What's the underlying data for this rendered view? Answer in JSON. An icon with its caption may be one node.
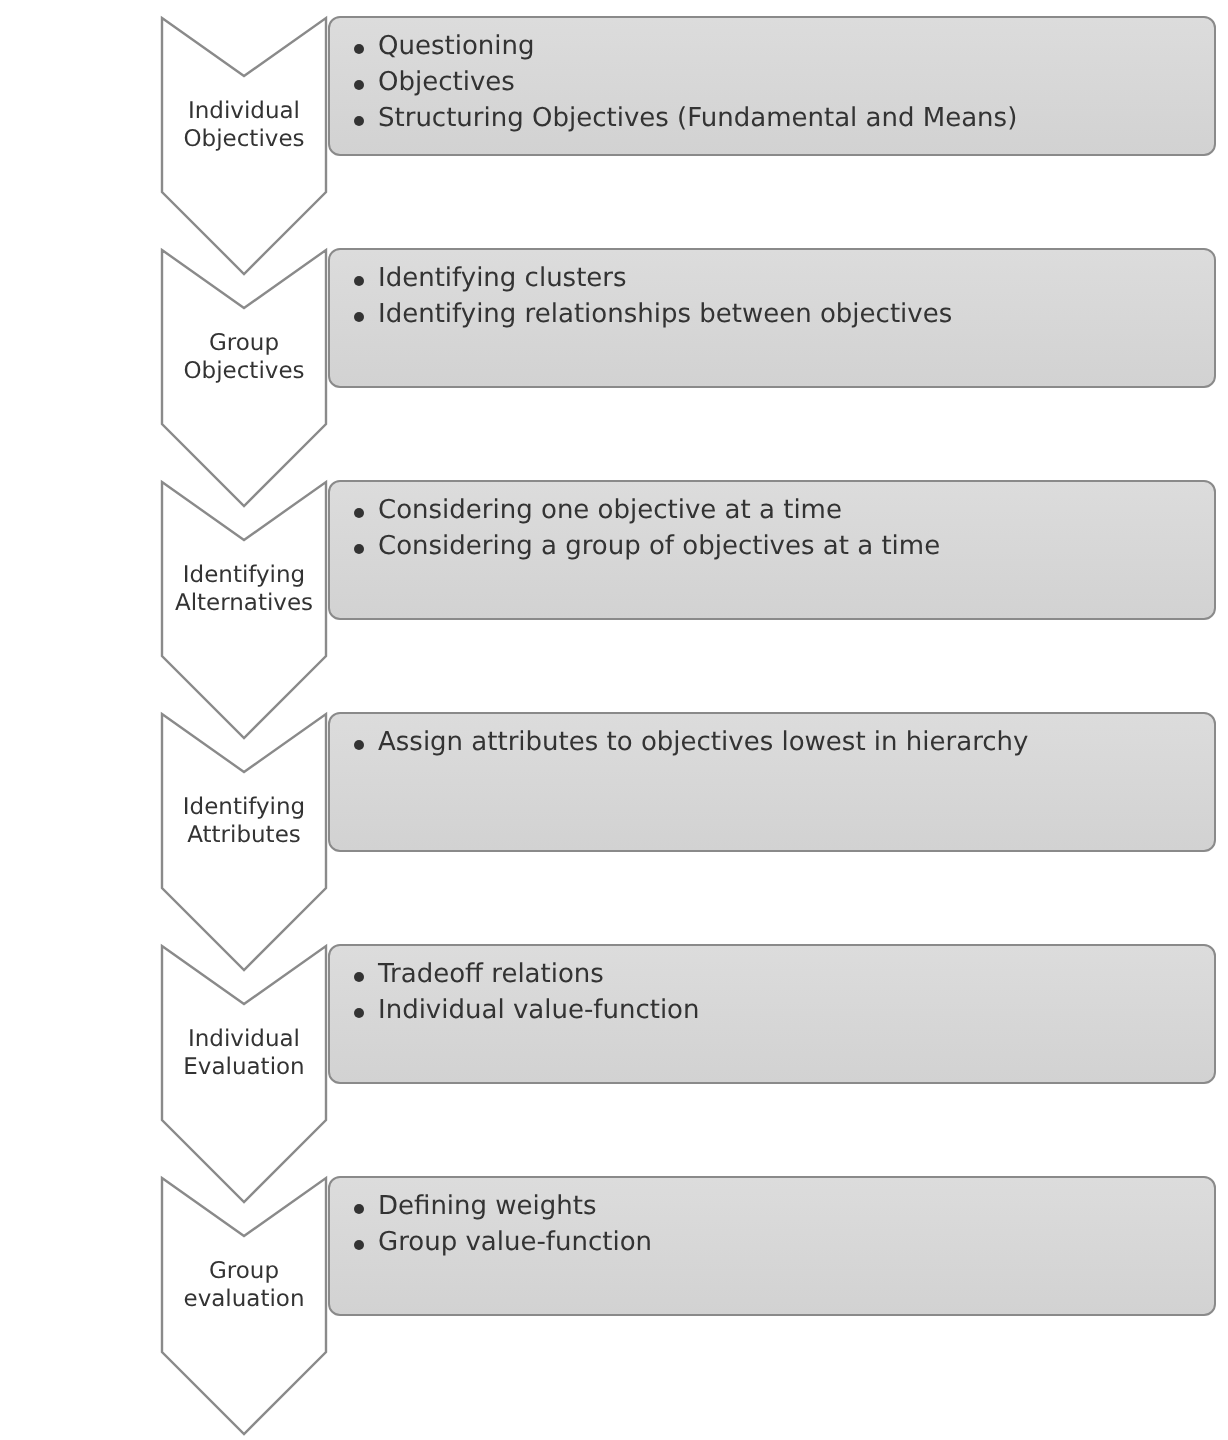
{
  "diagram": {
    "nodes": [
      {
        "text": [
          "Individual Objectives"
        ]
      },
      {
        "text": [
          "Questioning",
          "Objectives",
          "Structuring Objectives (Fundamental and Means)"
        ]
      },
      {
        "text": [
          "Group Objectives"
        ]
      },
      {
        "text": [
          "Identifying clusters",
          "Identifying relationships between objectives"
        ]
      },
      {
        "text": [
          "Identifying Alternatives"
        ]
      },
      {
        "text": [
          "Considering one objective at a time",
          "Considering a group of objectives at a time"
        ]
      },
      {
        "text": [
          "Identifying Attributes"
        ]
      },
      {
        "text": [
          "Assign attributes to objectives lowest in hierarchy"
        ]
      },
      {
        "text": [
          "Individual Evaluation"
        ]
      },
      {
        "text": [
          "Tradeoff relations",
          "Individual value-function"
        ]
      },
      {
        "text": [
          "Group evaluation"
        ]
      },
      {
        "text": [
          "Defining weights",
          "Group value-function"
        ]
      }
    ]
  }
}
